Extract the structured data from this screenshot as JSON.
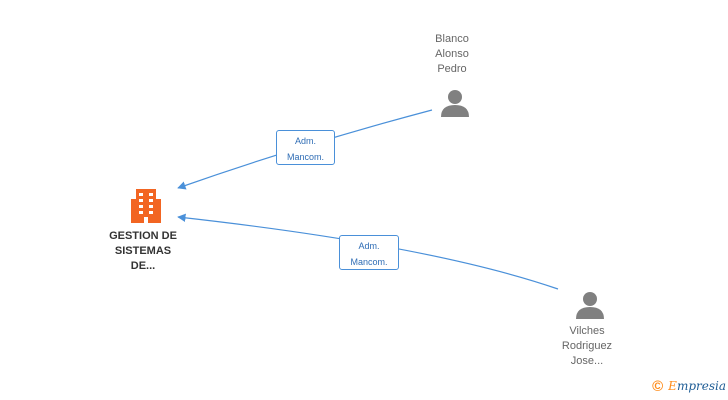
{
  "diagram": {
    "company": {
      "icon": "building-icon",
      "icon_color": "#f26522",
      "label_lines": [
        "GESTION DE",
        "SISTEMAS",
        "DE..."
      ]
    },
    "people": [
      {
        "icon": "person-icon",
        "label_lines": [
          "Blanco",
          "Alonso",
          "Pedro"
        ]
      },
      {
        "icon": "person-icon",
        "label_lines": [
          "Vilches",
          "Rodriguez",
          "Jose..."
        ]
      }
    ],
    "relations": [
      {
        "label_lines": [
          "Adm.",
          "Mancom."
        ]
      },
      {
        "label_lines": [
          "Adm.",
          "Mancom."
        ]
      }
    ],
    "colors": {
      "edge": "#4a90d9",
      "person": "#808080"
    }
  },
  "branding": {
    "copyright_symbol": "©",
    "brand_first": "E",
    "brand_rest": "mpresia"
  }
}
